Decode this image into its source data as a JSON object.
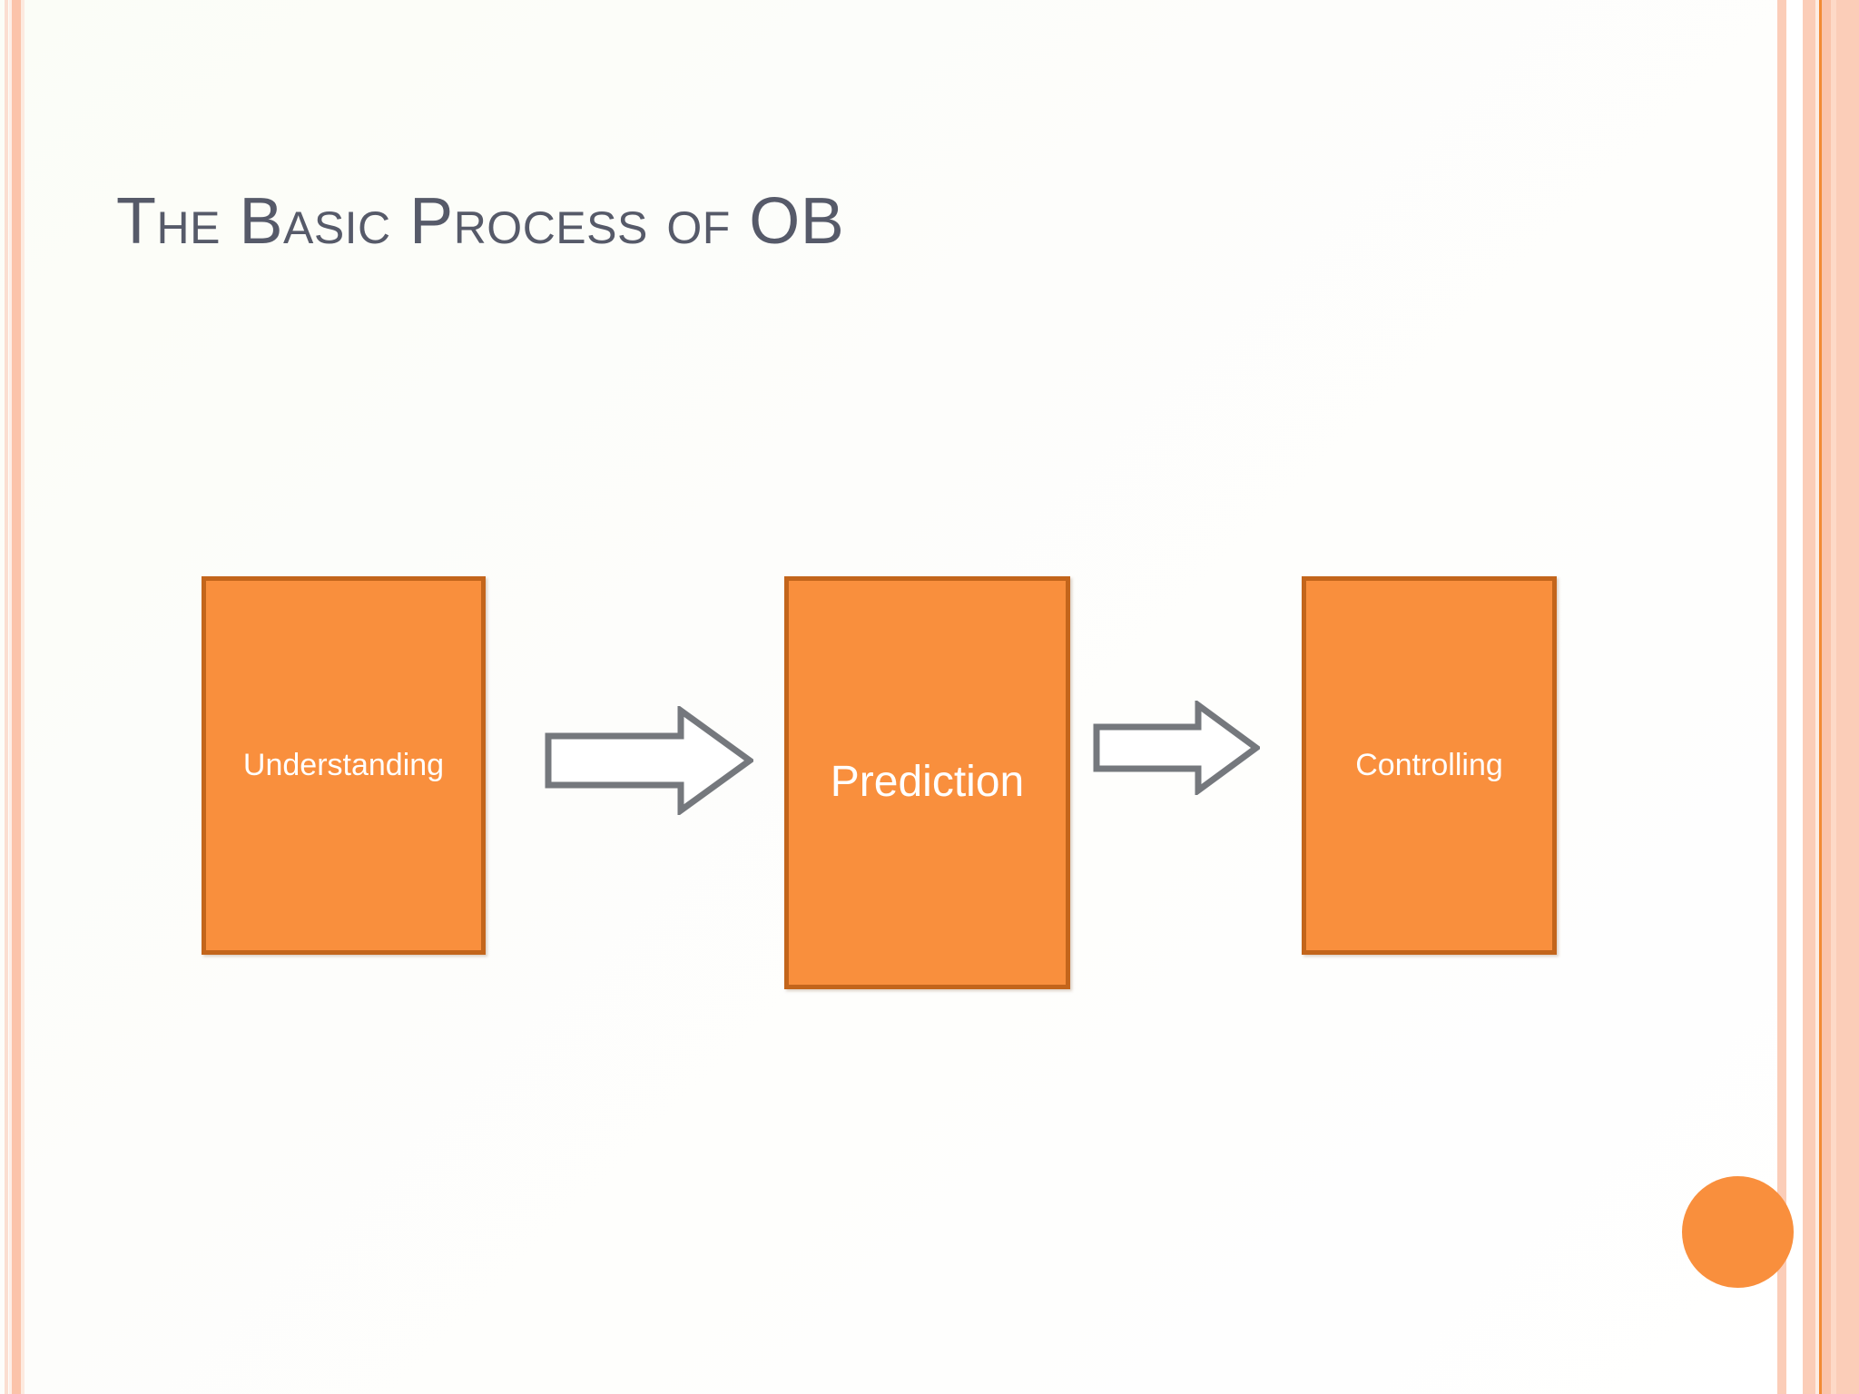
{
  "slide": {
    "title": "The Basic Process of OB",
    "title_color": "#565a69",
    "background_color": "#fdfdfb"
  },
  "theme": {
    "accent_orange": "#f98f3d",
    "box_border": "#c3651b",
    "arrow_stroke": "#75787d",
    "arrow_fill": "#ffffff",
    "edge_peach": "#fbcdb8",
    "edge_orange_line": "#f28b33"
  },
  "diagram": {
    "type": "process-flow",
    "steps": [
      {
        "label": "Understanding",
        "name": "understanding"
      },
      {
        "label": "Prediction",
        "name": "prediction"
      },
      {
        "label": "Controlling",
        "name": "controlling"
      }
    ],
    "connectors": [
      {
        "name": "arrow-1",
        "direction": "right",
        "from": "Understanding",
        "to": "Prediction"
      },
      {
        "name": "arrow-2",
        "direction": "right",
        "from": "Prediction",
        "to": "Controlling"
      }
    ]
  },
  "decorations": {
    "circle": {
      "name": "orange-circle",
      "color": "#f98f3d"
    }
  }
}
